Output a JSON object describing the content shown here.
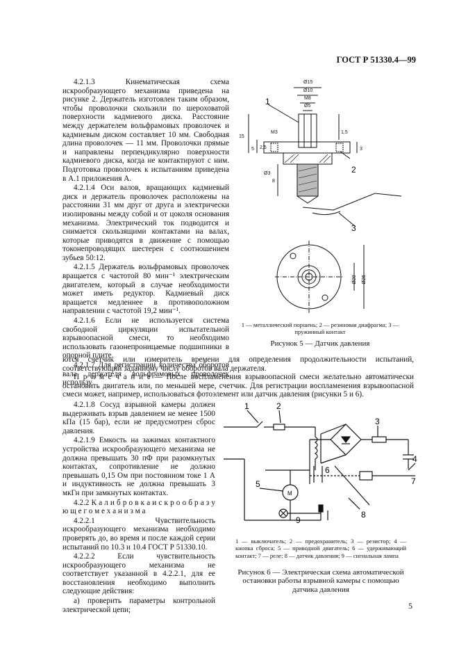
{
  "header": "ГОСТ Р 51330.4—99",
  "left_col_top": [
    "4.2.1.3 Кинематическая схема искрообразующего механизма приведена на рисунке 2. Держатель изготовлен таким образом, чтобы проволочки скользили по шероховатой поверхности кадмиевого диска. Расстояние между держателем вольфрамовых проволочек и кадмиевым диском составляет 10 мм. Свободная длина проволочек — 11 мм. Проволочки прямые и направлены перпендикулярно поверхности кадмиевого диска, когда не контактируют с ним. Подготовка проволочек к испытаниям приведена в А.1 приложения А.",
    "4.2.1.4 Оси валов, вращающих кадмиевый диск и держатель проволочек расположены на расстоянии 31 мм друг от друга и электрически изолированы между собой и от цоколя основания механизма. Электрический ток подводится и снимается скользящими контактами на валах, которые приводятся в движение с помощью токонепроводящих шестерен с соотношением зубьев 50:12.",
    "4.2.1.5 Держатель вольфрамовых проволочек вращается с частотой 80 мин⁻¹ электрическим двигателем, который в случае необходимости может иметь редуктор. Кадмиевый диск вращается медленнее в противоположном направлении с частотой 19,2 мин⁻¹.",
    "4.2.1.6 Если не используется система свободной циркуляции испытательной взрывоопасной смеси, то необходимо использовать газонепроницаемые подшипники в опорной плите.",
    "4.2.1.7 Для регистрации количества оборотов вала держателя вольфрамовых проволочек использу"
  ],
  "wide_text": "ются счетчик или измеритель времени для определения продолжительности испытаний, соответствующий заданному числу оборотов вала держателя.",
  "note_label": "П р и м е ч а н и е —",
  "note_text": "После воспламенения взрывоопасной смеси желательно автоматически остановить двигатель или, по меньшей мере, счетчик. Для регистрации воспламенения взрывоопасной смеси может, например, использоваться фотоэлемент или датчик давления (рисунки 5 и 6).",
  "left_col_bottom": [
    "4.2.1.8 Сосуд взрывной камеры должен выдерживать взрыв давлением не менее 1500 кПа (15 бар), если не предусмотрен сброс давления.",
    "4.2.1.9 Емкость на зажимах контактного устройства искрообразующего механизма не должна превышать 30 пФ при разомкнутых контактах, сопротивление не должно превышать 0,15 Ом при постоянном токе 1 А и индуктивность не должна превышать 3 мкГн при замкнутых контактах.",
    "4.2.2 К а л и б р о в к а  и с к р о о б р а з у ю щ е г о  м е х а н и з м а",
    "4.2.2.1 Чувствительность искрообразующего механизма необходимо проверять до, во время и после каждой серии испытаний по 10.3 и 10.4 ГОСТ Р 51330.10.",
    "4.2.2.2 Если чувствительность искрообразующего механизма не соответствует указанной в 4.2.2.1, для ее восстановления необходимо выполнить следующие действия:",
    "а) проверить параметры контрольной электрической цепи;"
  ],
  "fig5": {
    "legend": "1 — металлический поршень; 2 — резиновая диафрагма; 3 — пружинный контакт",
    "caption": "Рисунок 5 — Датчик давления",
    "dims": {
      "d15": "Ø15",
      "d10": "Ø10",
      "m8": "M8",
      "d5": "Ø5",
      "m3": "M3",
      "d3": "Ø3",
      "d20": "Ø20",
      "d26": "Ø26",
      "h15": "15",
      "h5": "5",
      "h25": "2,5",
      "h3": "3",
      "h15b": "1,5",
      "h8": "8"
    },
    "labels": {
      "l1": "1",
      "l2": "2",
      "l3": "3"
    }
  },
  "fig6": {
    "legend": "1 — выключатель; 2 — предохранитель; 3 — резистор; 4 — кнопка сброса; 5 — приводной двигатель; 6 — удерживающий контакт; 7 — реле; 8 — датчик давления; 9 — сигнальная лампа",
    "caption": "Рисунок 6 — Электрическая схема автоматической остановки работы взрывной камеры с помощью датчика давления",
    "labels": {
      "l1": "1",
      "l2": "2",
      "l3": "3",
      "l4": "4",
      "l5": "5",
      "l6": "6",
      "l7": "7",
      "l8": "8",
      "l9": "9"
    },
    "motor": "M"
  },
  "page_number": "5"
}
